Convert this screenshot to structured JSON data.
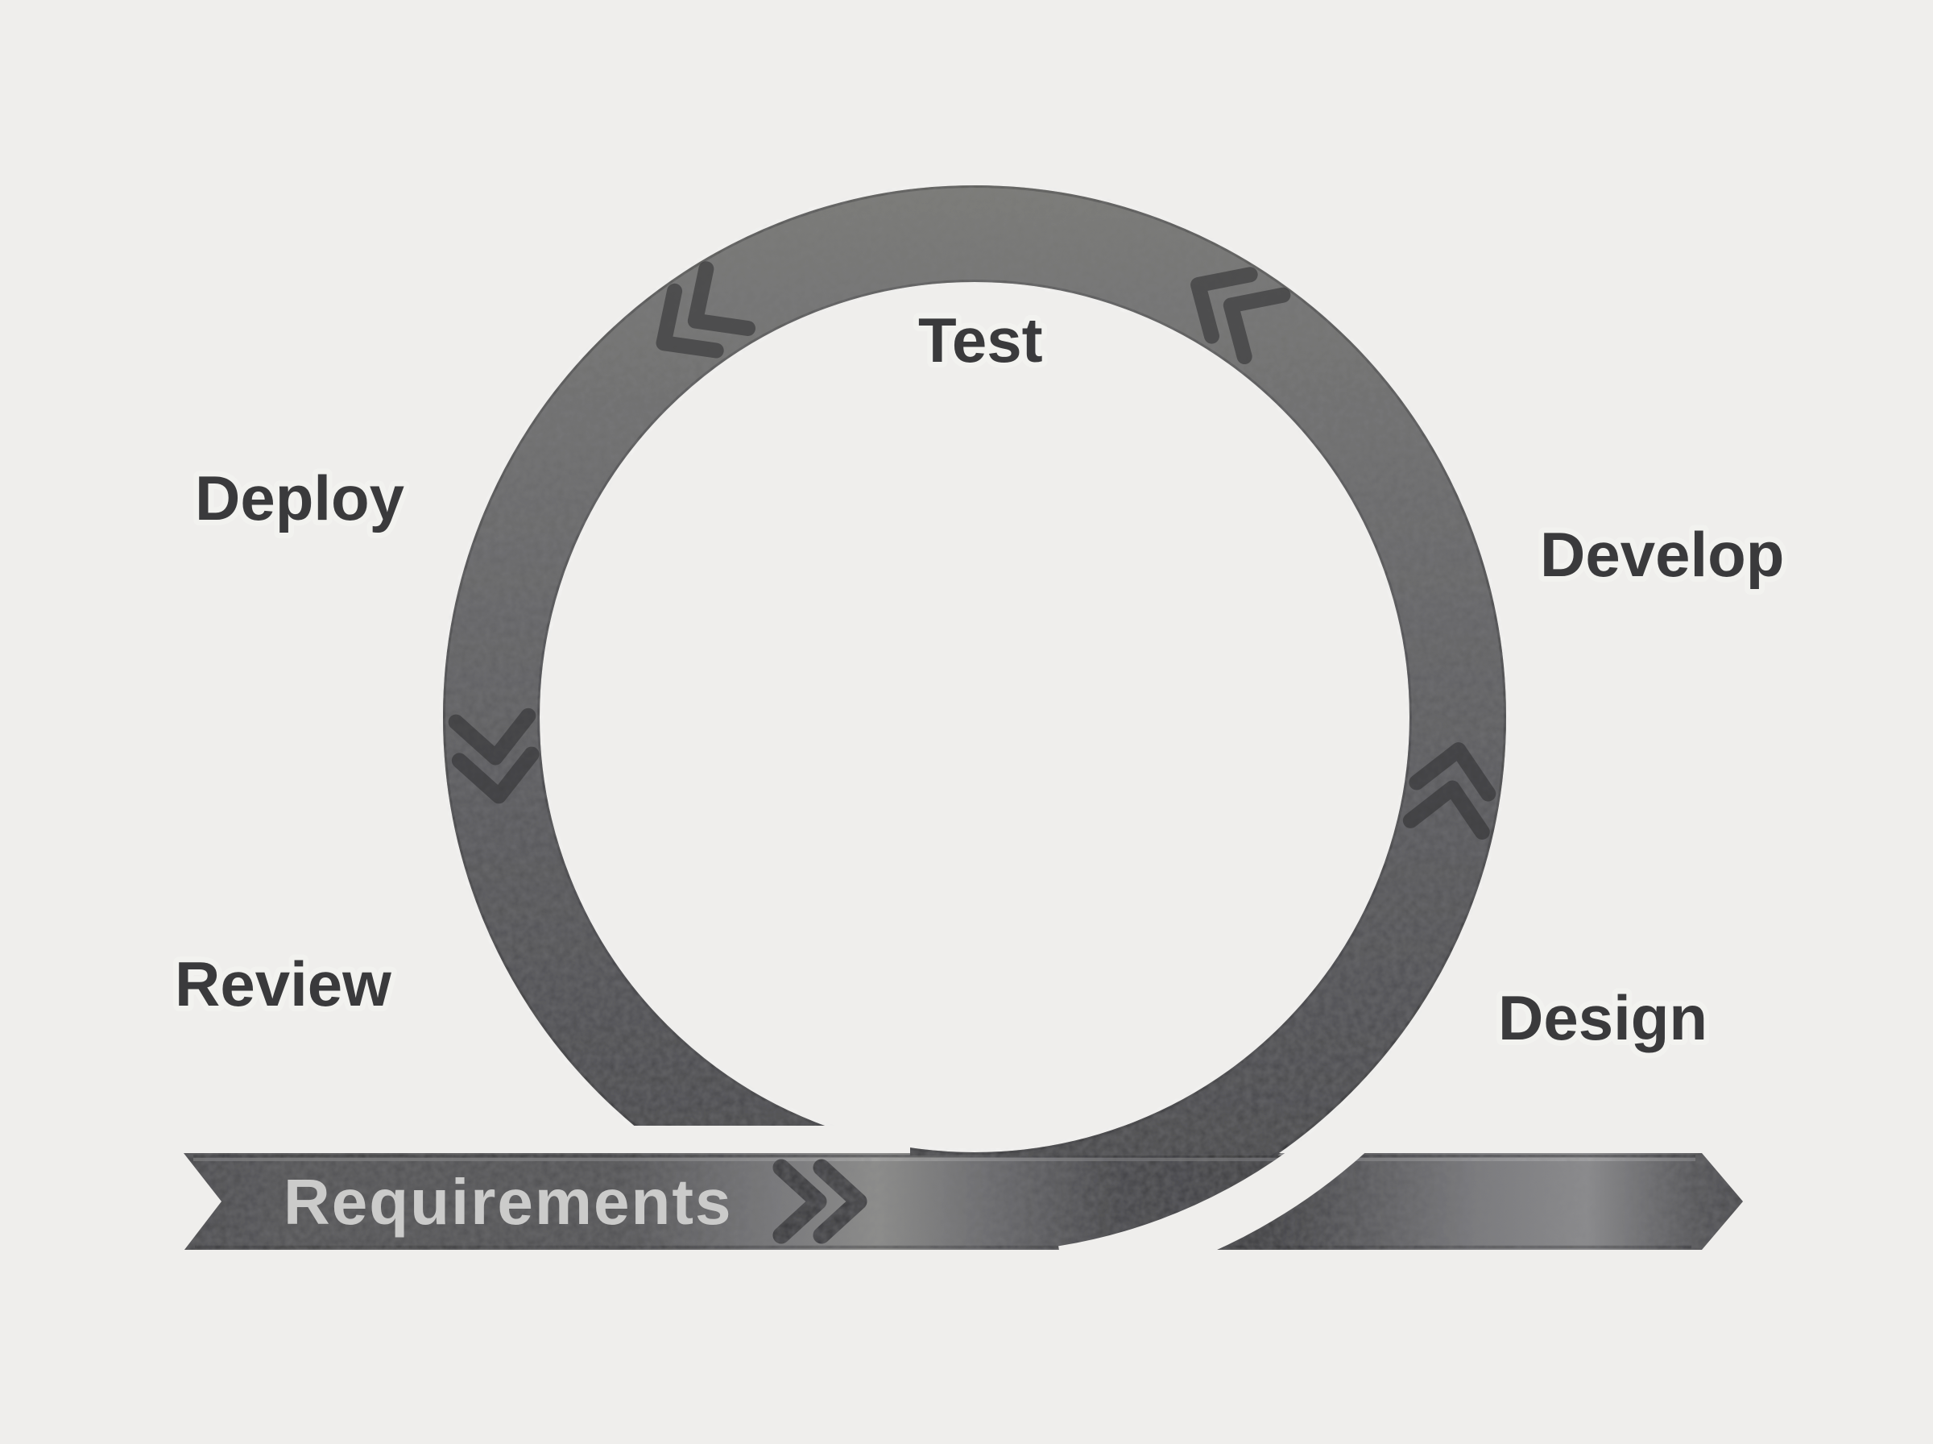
{
  "scene": {
    "description": "Agile sprint lifecycle loop diagram",
    "flow_direction": "counterclockwise",
    "sequence": [
      "Requirements",
      "Design",
      "Develop",
      "Test",
      "Deploy",
      "Review"
    ]
  },
  "stages": {
    "test": {
      "label": "Test"
    },
    "deploy": {
      "label": "Deploy"
    },
    "develop": {
      "label": "Develop"
    },
    "review": {
      "label": "Review"
    },
    "design": {
      "label": "Design"
    }
  },
  "banner": {
    "label": "Requirements"
  },
  "colors": {
    "background": "#efeeec",
    "ring_top": "#7a7a77",
    "ring_bottom": "#47474a",
    "banner_dark": "#4a4a4d",
    "banner_light": "#8f8f8d",
    "label_text": "#3a3a3c",
    "banner_text": "#cbcbca",
    "chevron": "#2c2c2e"
  }
}
